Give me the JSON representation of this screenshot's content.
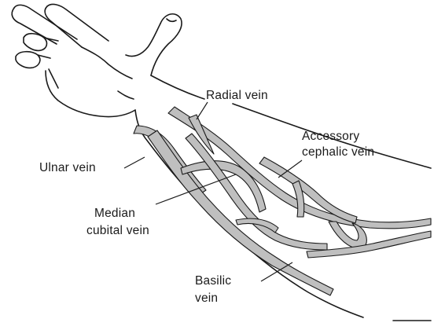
{
  "labels": {
    "radial": "Radial vein",
    "accessory_line1": "Accessory",
    "accessory_line2": "cephalic vein",
    "ulnar": "Ulnar vein",
    "median_line1": "Median",
    "median_line2": "cubital vein",
    "basilic_line1": "Basilic",
    "basilic_line2": "vein"
  },
  "colors": {
    "ink": "#1a1a1a",
    "vein_fill": "#bfbfbf",
    "background": "#ffffff"
  }
}
